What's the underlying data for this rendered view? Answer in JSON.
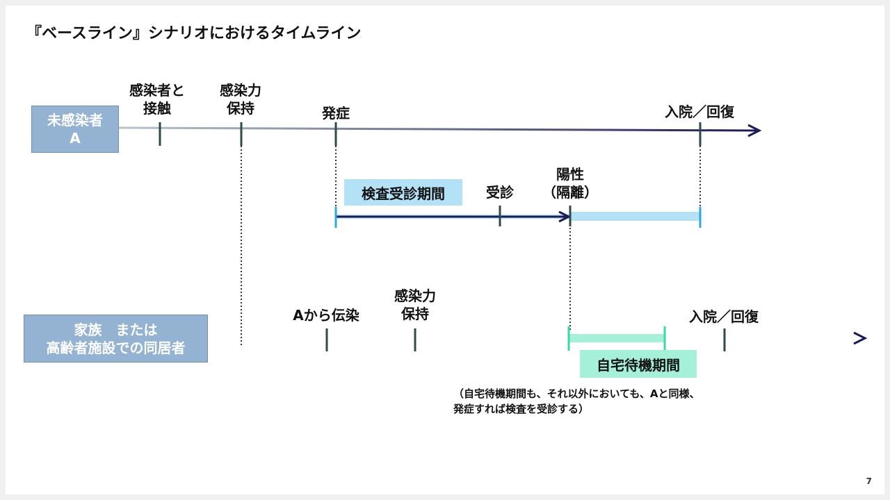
{
  "title": "『ベースライン』シナリオにおけるタイムライン",
  "person_a": {
    "box_label": "未感染者\nA",
    "events": {
      "contact": "感染者と\n接触",
      "infectious": "感染力\n保持",
      "onset": "発症",
      "hospitalization": "入院／回復"
    },
    "testing_period_label": "検査受診期間",
    "visit_label": "受診",
    "positive_label": "陽性\n（隔離）"
  },
  "family": {
    "box_label": "家族　または\n高齢者施設での同居者",
    "events": {
      "infection_from_a": "Aから伝染",
      "infectious": "感染力\n保持",
      "hospitalization": "入院／回復"
    },
    "home_wait_label": "自宅待機期間",
    "note": "（自宅待機期間も、それ以外においても、Aと同様、\n発症すれば検査を受診する）"
  },
  "colors": {
    "box_fill": "#94b3d3",
    "testing_highlight": "#b3e1f6",
    "home_wait_highlight": "#a5f0d8",
    "home_wait_line": "#35dba6",
    "axis_dark": "#1a1a5a",
    "axis_light": "#b8c7cc",
    "tick": "#2f4a4a"
  },
  "page_number": "7"
}
